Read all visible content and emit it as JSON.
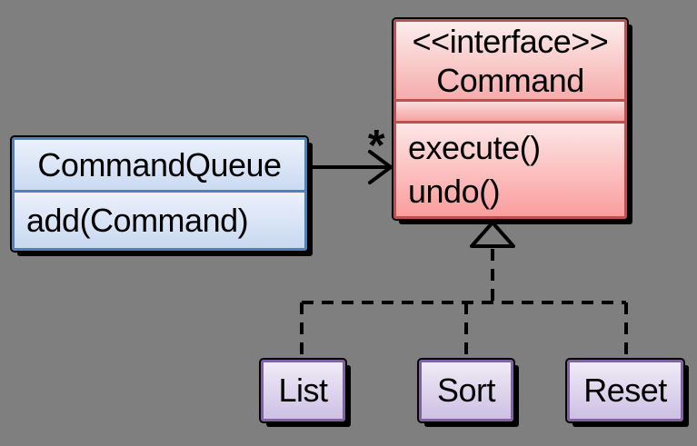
{
  "colors": {
    "background": "#7F7F7F",
    "interface_accent": "#C0504D",
    "queue_accent": "#4F81BD",
    "implementation_accent": "#8064A2",
    "connector": "#000000"
  },
  "interface_class": {
    "stereotype": "<<interface>>",
    "name": "Command",
    "methods": [
      "execute()",
      "undo()"
    ]
  },
  "queue_class": {
    "name": "CommandQueue",
    "methods": [
      "add(Command)"
    ]
  },
  "association": {
    "multiplicity": "*"
  },
  "implementations": [
    {
      "name": "List"
    },
    {
      "name": "Sort"
    },
    {
      "name": "Reset"
    }
  ]
}
